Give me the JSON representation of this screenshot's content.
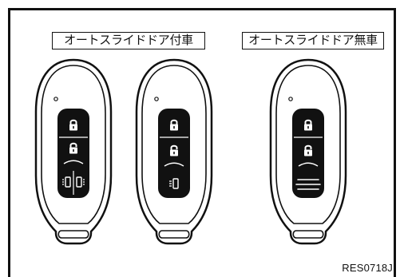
{
  "labels": {
    "with_auto_slide_door": "オートスライドドア付車",
    "without_auto_slide_door": "オートスライドドア無車"
  },
  "figure_code": "RES0718J",
  "keys": [
    {
      "buttons": [
        "lock-icon",
        "unlock-icon",
        "left-slide-door-icon",
        "right-slide-door-icon"
      ]
    },
    {
      "buttons": [
        "lock-icon",
        "unlock-icon",
        "slide-door-icon"
      ]
    },
    {
      "buttons": [
        "lock-icon",
        "unlock-icon",
        "panic-grip-icon"
      ]
    }
  ]
}
